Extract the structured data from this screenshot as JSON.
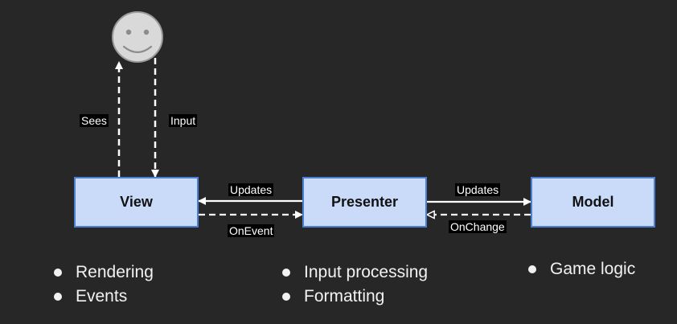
{
  "nodes": {
    "view": "View",
    "presenter": "Presenter",
    "model": "Model"
  },
  "edges": {
    "sees": "Sees",
    "input": "Input",
    "presenter_to_view": "Updates",
    "view_to_presenter": "OnEvent",
    "presenter_to_model": "Updates",
    "model_to_presenter": "OnChange"
  },
  "user_icon": "smiley-face-icon",
  "bullets": {
    "view": [
      "Rendering",
      "Events"
    ],
    "presenter": [
      "Input processing",
      "Formatting"
    ],
    "model": [
      "Game logic"
    ]
  },
  "colors": {
    "background": "#272727",
    "node_fill": "#c9dbf9",
    "node_border": "#4a7fd4",
    "arrow": "#ffffff",
    "label_background": "#000000"
  }
}
